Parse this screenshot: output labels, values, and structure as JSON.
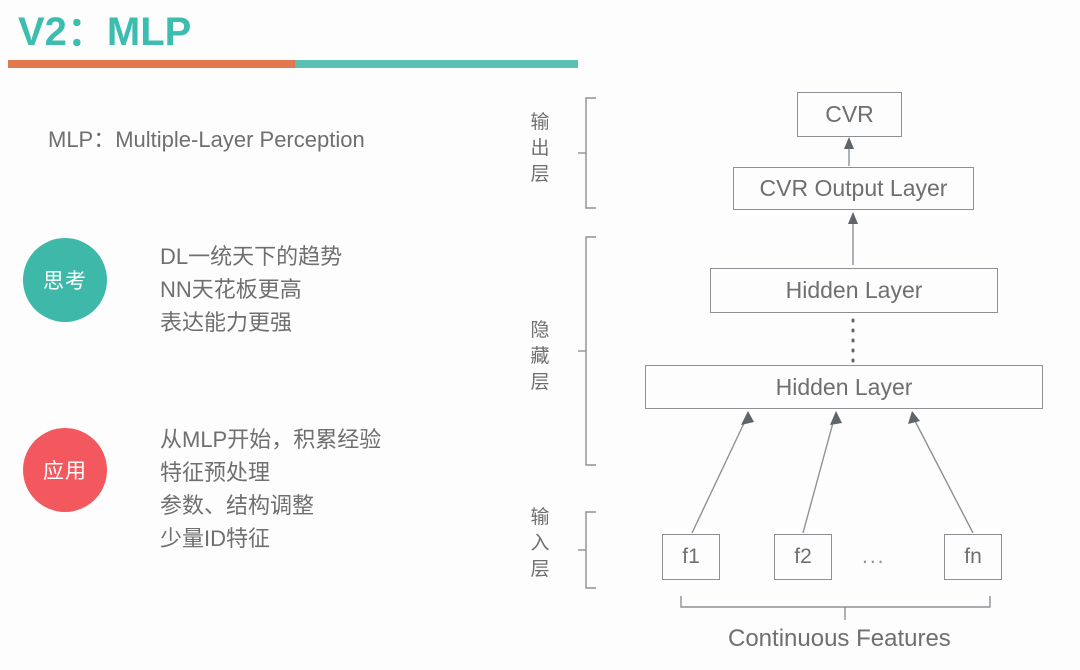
{
  "header": {
    "title": "V2：MLP",
    "accent_orange": "#e1784f",
    "accent_teal": "#5dbfb5",
    "title_color": "#3dbdb0"
  },
  "left_panel": {
    "definition": "MLP：Multiple-Layer Perception",
    "blocks": [
      {
        "badge_label": "思考",
        "badge_color": "#3eb8a8",
        "lines": "DL一统天下的趋势\nNN天花板更高\n表达能力更强"
      },
      {
        "badge_label": "应用",
        "badge_color": "#f2585e",
        "lines": "从MLP开始，积累经验\n特征预处理\n参数、结构调整\n少量ID特征"
      }
    ]
  },
  "diagram": {
    "layer_labels": {
      "output": "输出层",
      "hidden": "隐藏层",
      "input": "输入层"
    },
    "nodes": {
      "cvr": "CVR",
      "cvr_output_layer": "CVR Output Layer",
      "hidden_top": "Hidden Layer",
      "hidden_bottom": "Hidden Layer"
    },
    "features": [
      {
        "label": "f1"
      },
      {
        "label": "f2"
      },
      {
        "label": "fn"
      }
    ],
    "features_ellipsis": "...",
    "features_caption": "Continuous Features",
    "stroke_color": "#8d9196",
    "text_color": "#6f6f6f"
  }
}
